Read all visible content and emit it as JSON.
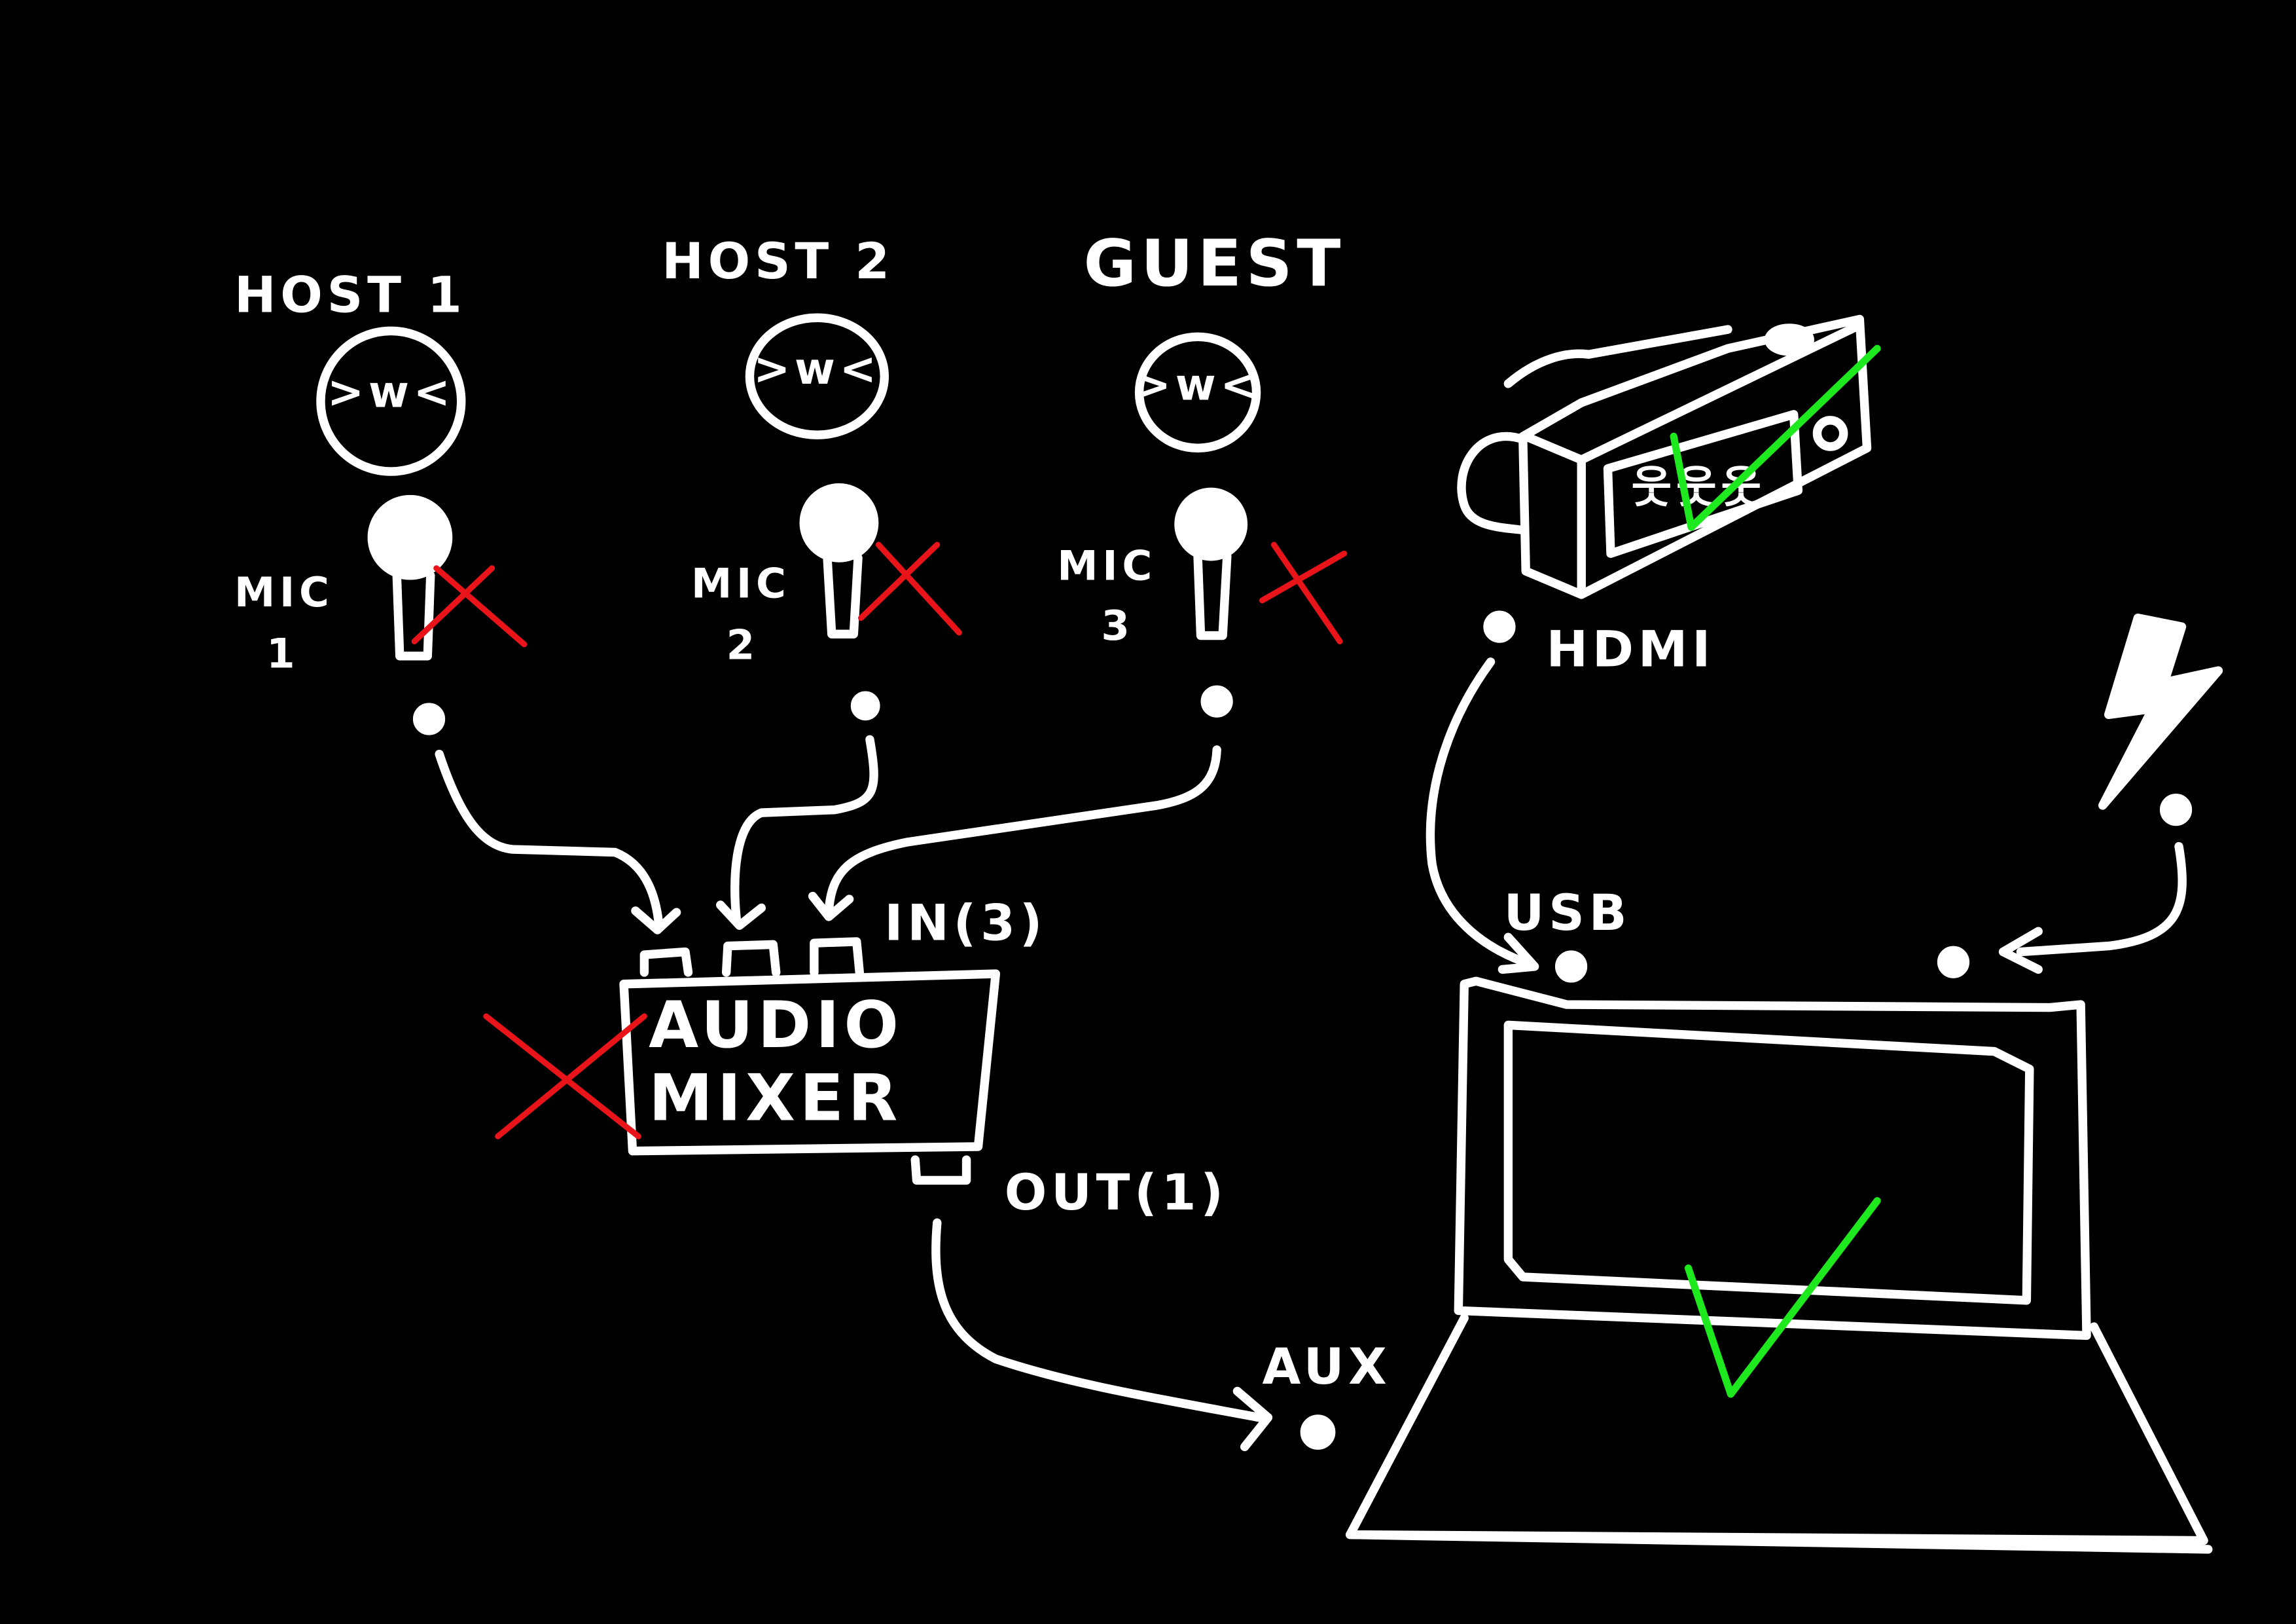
{
  "participants": [
    {
      "name": "HOST 1",
      "face": ">w<",
      "mic_label": "MIC",
      "mic_number": "1",
      "status": "crossed"
    },
    {
      "name": "HOST 2",
      "face": ">w<",
      "mic_label": "MIC",
      "mic_number": "2",
      "status": "crossed"
    },
    {
      "name": "GUEST",
      "face": ">w<",
      "mic_label": "MIC",
      "mic_number": "3",
      "status": "crossed"
    }
  ],
  "mixer": {
    "line1": "AUDIO",
    "line2": "MIXER",
    "input_label": "IN(3)",
    "output_label": "OUT(1)",
    "status": "crossed"
  },
  "camera": {
    "port_label": "HDMI",
    "status": "checked"
  },
  "laptop": {
    "usb_label": "USB",
    "aux_label": "AUX",
    "status": "checked"
  },
  "power": {
    "icon": "lightning-bolt-icon"
  },
  "colors": {
    "background": "#000000",
    "ink": "#ffffff",
    "cross": "#e8141a",
    "check": "#1ee81e"
  }
}
